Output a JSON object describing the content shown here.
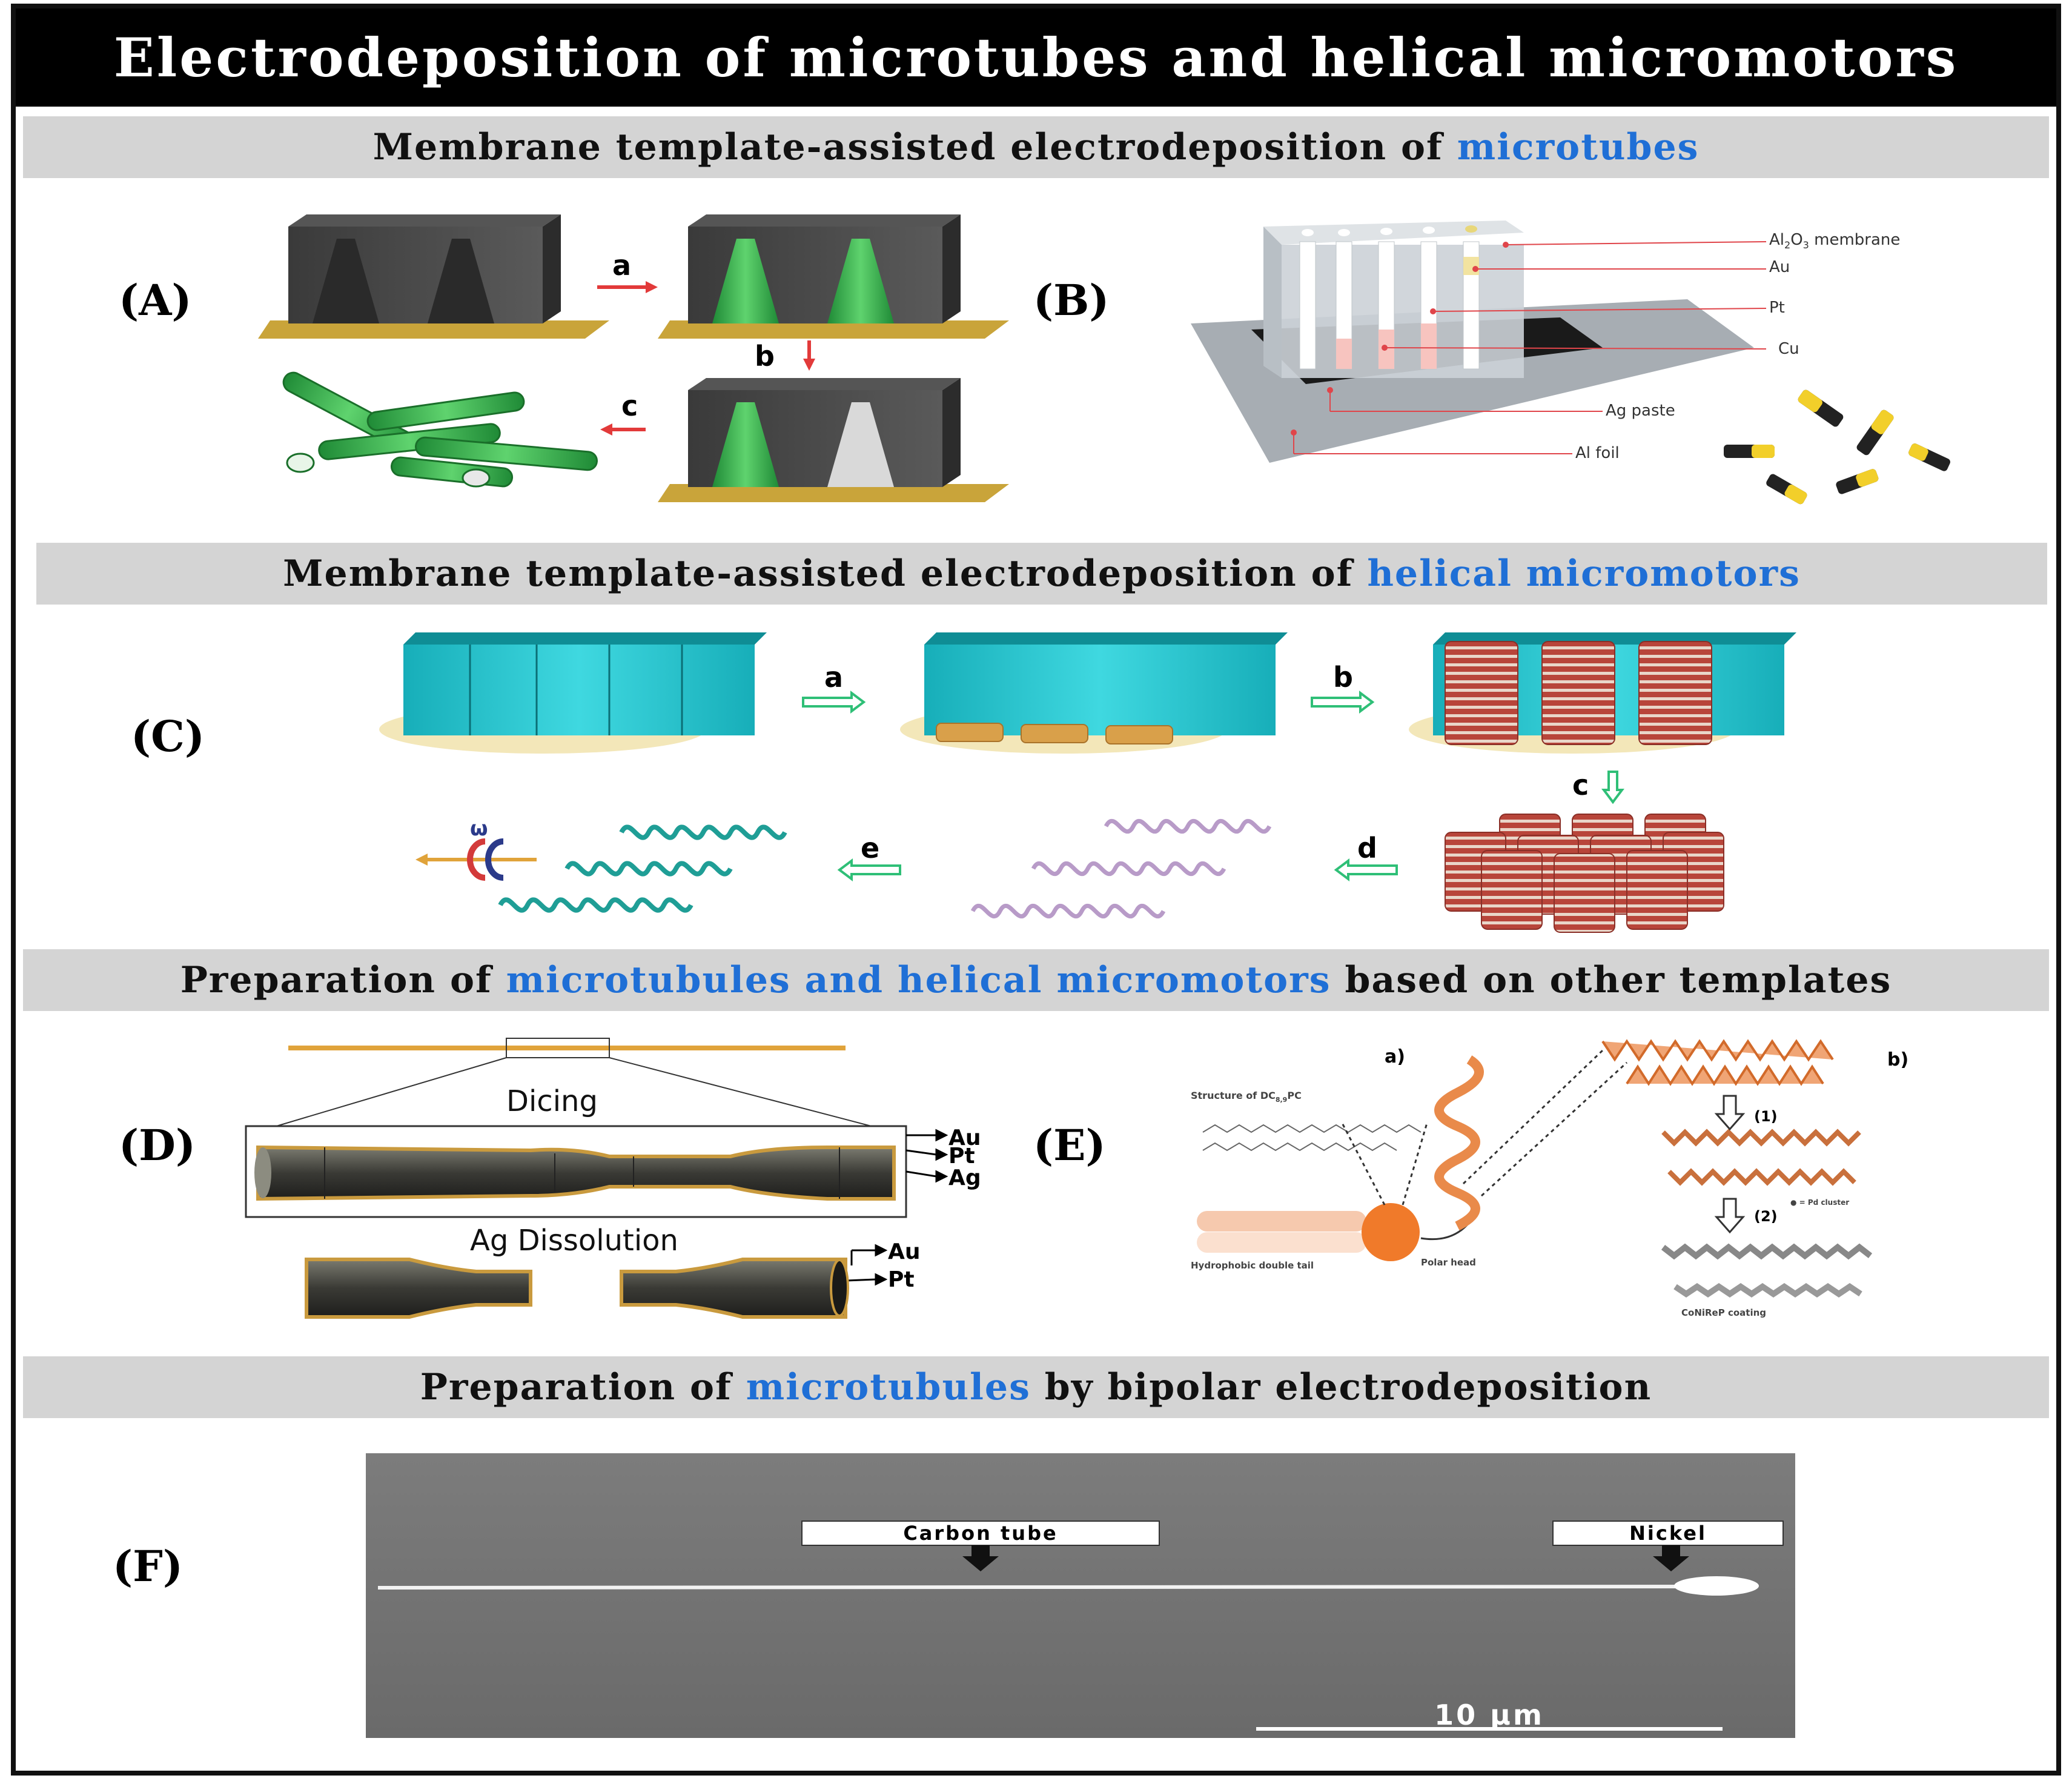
{
  "title": "Electrodeposition of microtubes and helical micromotors",
  "sections": [
    {
      "pre": "Membrane template-assisted electrodeposition of ",
      "hl": "microtubes",
      "post": ""
    },
    {
      "pre": "Membrane template-assisted electrodeposition of ",
      "hl": "helical micromotors",
      "post": ""
    },
    {
      "pre": "Preparation of ",
      "hl": "microtubules and helical micromotors",
      "post": " based on other templates"
    },
    {
      "pre": "Preparation of ",
      "hl": "microtubules",
      "post": " by bipolar electrodeposition"
    }
  ],
  "panels": {
    "A": "(A)",
    "B": "(B)",
    "C": "(C)",
    "D": "(D)",
    "E": "(E)",
    "F": "(F)"
  },
  "panelA": {
    "step_a": "a",
    "step_b": "b",
    "step_c": "c"
  },
  "panelB": {
    "al2o3": "Al",
    "al2o3_sub": "2",
    "al2o3_o": "O",
    "al2o3_sub2": "3",
    "al2o3_rest": " membrane",
    "au": "Au",
    "pt": "Pt",
    "cu": "Cu",
    "ag_paste": "Ag paste",
    "al_foil": "Al foil"
  },
  "panelC": {
    "step_a": "a",
    "step_b": "b",
    "step_c": "c",
    "step_d": "d",
    "step_e": "e",
    "omega": "ω"
  },
  "panelD": {
    "dicing": "Dicing",
    "ag_dissolution": "Ag Dissolution",
    "au": "Au",
    "pt": "Pt",
    "ag": "Ag",
    "au2": "Au",
    "pt2": "Pt"
  },
  "panelE": {
    "label_a": "a)",
    "label_b": "b)",
    "structure": "Structure of DC",
    "structure_sub": "8,9",
    "structure_end": "PC",
    "tail": "Hydrophobic double tail",
    "head": "Polar head",
    "step1": "(1)",
    "step2": "(2)",
    "pd": "● = Pd cluster",
    "coating": "CoNiReP coating"
  },
  "panelF": {
    "carbon": "Carbon tube",
    "nickel": "Nickel",
    "scale": "10 μm"
  },
  "colors": {
    "highlight": "#1f6fd6",
    "section_bg": "#d4d4d4",
    "teal": "#1ec2cc",
    "coil": "#b8453a"
  }
}
